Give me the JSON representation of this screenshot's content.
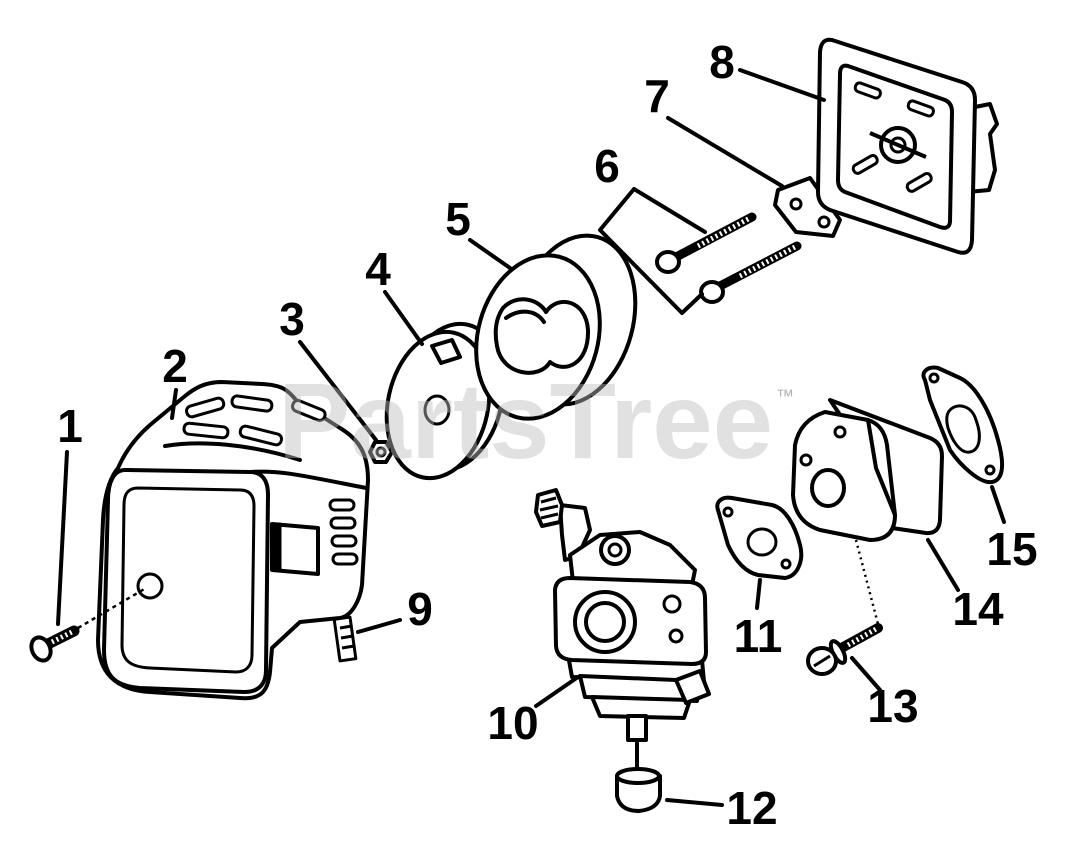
{
  "callouts": [
    "1",
    "2",
    "3",
    "4",
    "5",
    "6",
    "7",
    "8",
    "9",
    "10",
    "11",
    "12",
    "13",
    "14",
    "15"
  ],
  "watermark": {
    "text": "PartsTree",
    "trademark": "™"
  }
}
